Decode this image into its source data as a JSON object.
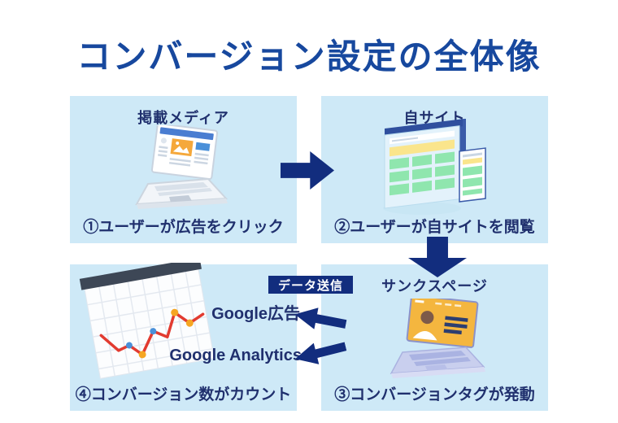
{
  "title": "コンバージョン設定の全体像",
  "badge": {
    "label": "データ送信"
  },
  "steps": {
    "step1": {
      "header": "掲載メディア",
      "caption": "①ユーザーが広告をクリック",
      "icon": "laptop-with-ad"
    },
    "step2": {
      "header": "自サイト",
      "caption": "②ユーザーが自サイトを閲覧",
      "icon": "website-wireframes"
    },
    "step3": {
      "header": "サンクスページ",
      "caption": "③コンバージョンタグが発動",
      "icon": "laptop-thanks-page"
    },
    "step4": {
      "caption": "④コンバージョン数がカウント",
      "destination1": "Google広告",
      "destination2": "Google Analytics",
      "icon": "line-chart-board"
    }
  },
  "icons": {
    "between_step1_step2": "right-arrow-icon",
    "between_step2_step3": "down-arrow-icon",
    "to_google_ads": "left-up-arrow-icon",
    "to_google_analytics": "left-down-arrow-icon"
  },
  "colors": {
    "accent_navy": "#122d7e",
    "box_bg": "#cee9f7",
    "title_blue": "#17489e",
    "text_navy": "#20306e",
    "ad_orange": "#f5a83b",
    "screen_yellow": "#f4b63f",
    "wireframe_green": "#8fe6ae",
    "chart_red": "#e23b30"
  }
}
